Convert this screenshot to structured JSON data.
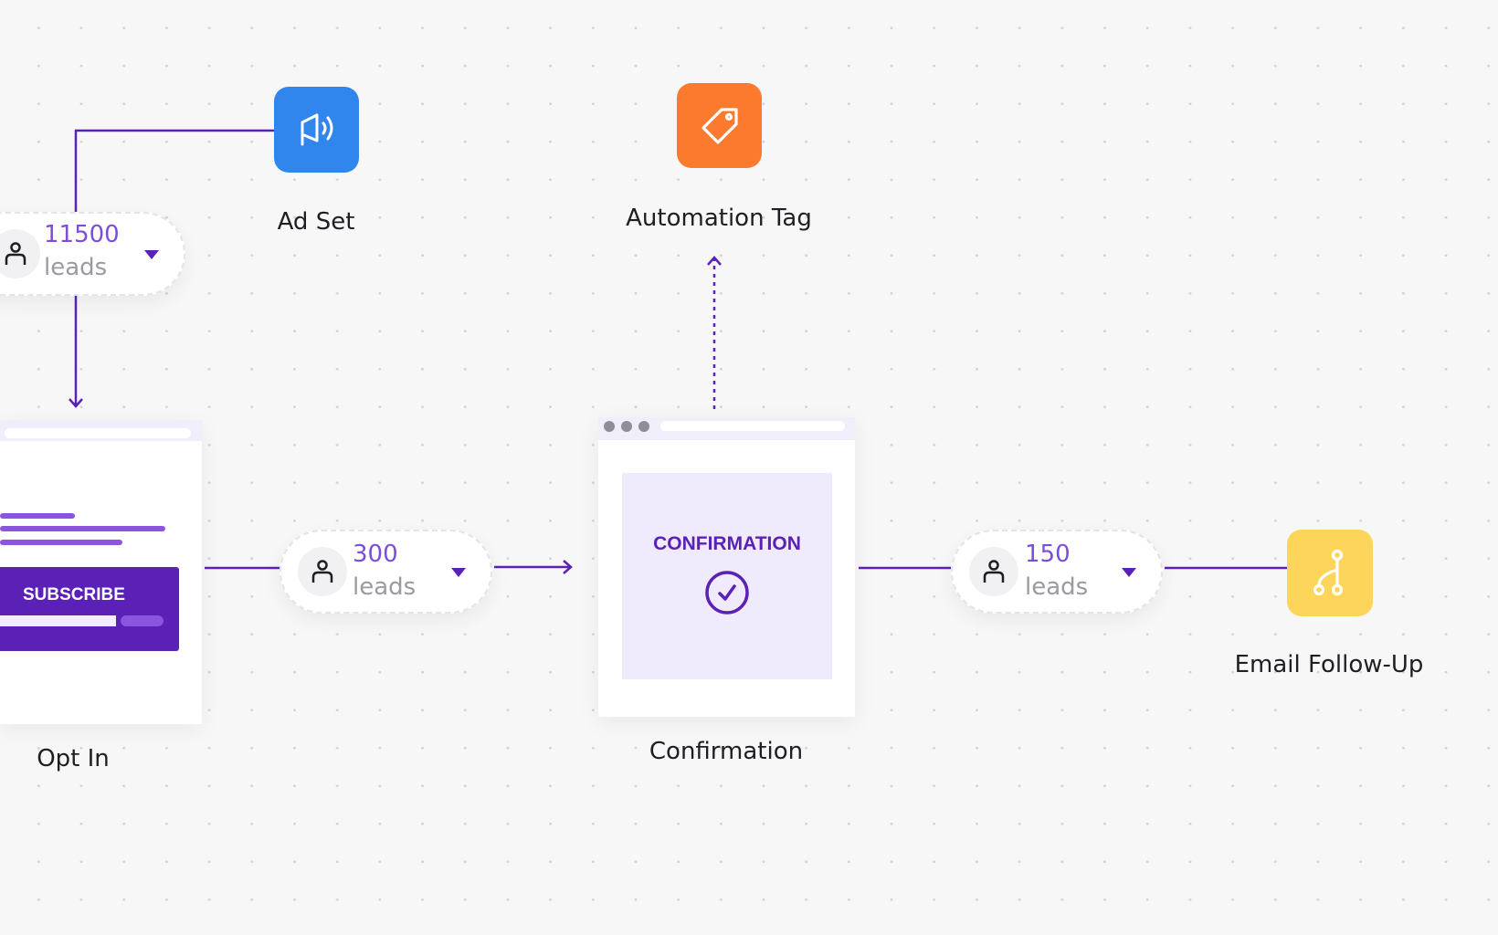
{
  "colors": {
    "accent": "#5b21b6",
    "number": "#7c4ddb",
    "ad_set": "#3186ee",
    "automation_tag": "#fb7a2e",
    "email": "#fdd55a"
  },
  "nodes": {
    "ad_set": {
      "label": "Ad Set",
      "icon": "megaphone-icon"
    },
    "automation_tag": {
      "label": "Automation Tag",
      "icon": "tag-icon"
    },
    "opt_in": {
      "label": "Opt In",
      "button": "SUBSCRIBE"
    },
    "confirmation": {
      "label": "Confirmation",
      "heading": "CONFIRMATION",
      "icon": "check-circle-icon"
    },
    "email_follow_up": {
      "label": "Email Follow-Up",
      "icon": "branch-icon"
    }
  },
  "counters": [
    {
      "value": "11500",
      "unit": "leads"
    },
    {
      "value": "300",
      "unit": "leads"
    },
    {
      "value": "150",
      "unit": "leads"
    }
  ]
}
